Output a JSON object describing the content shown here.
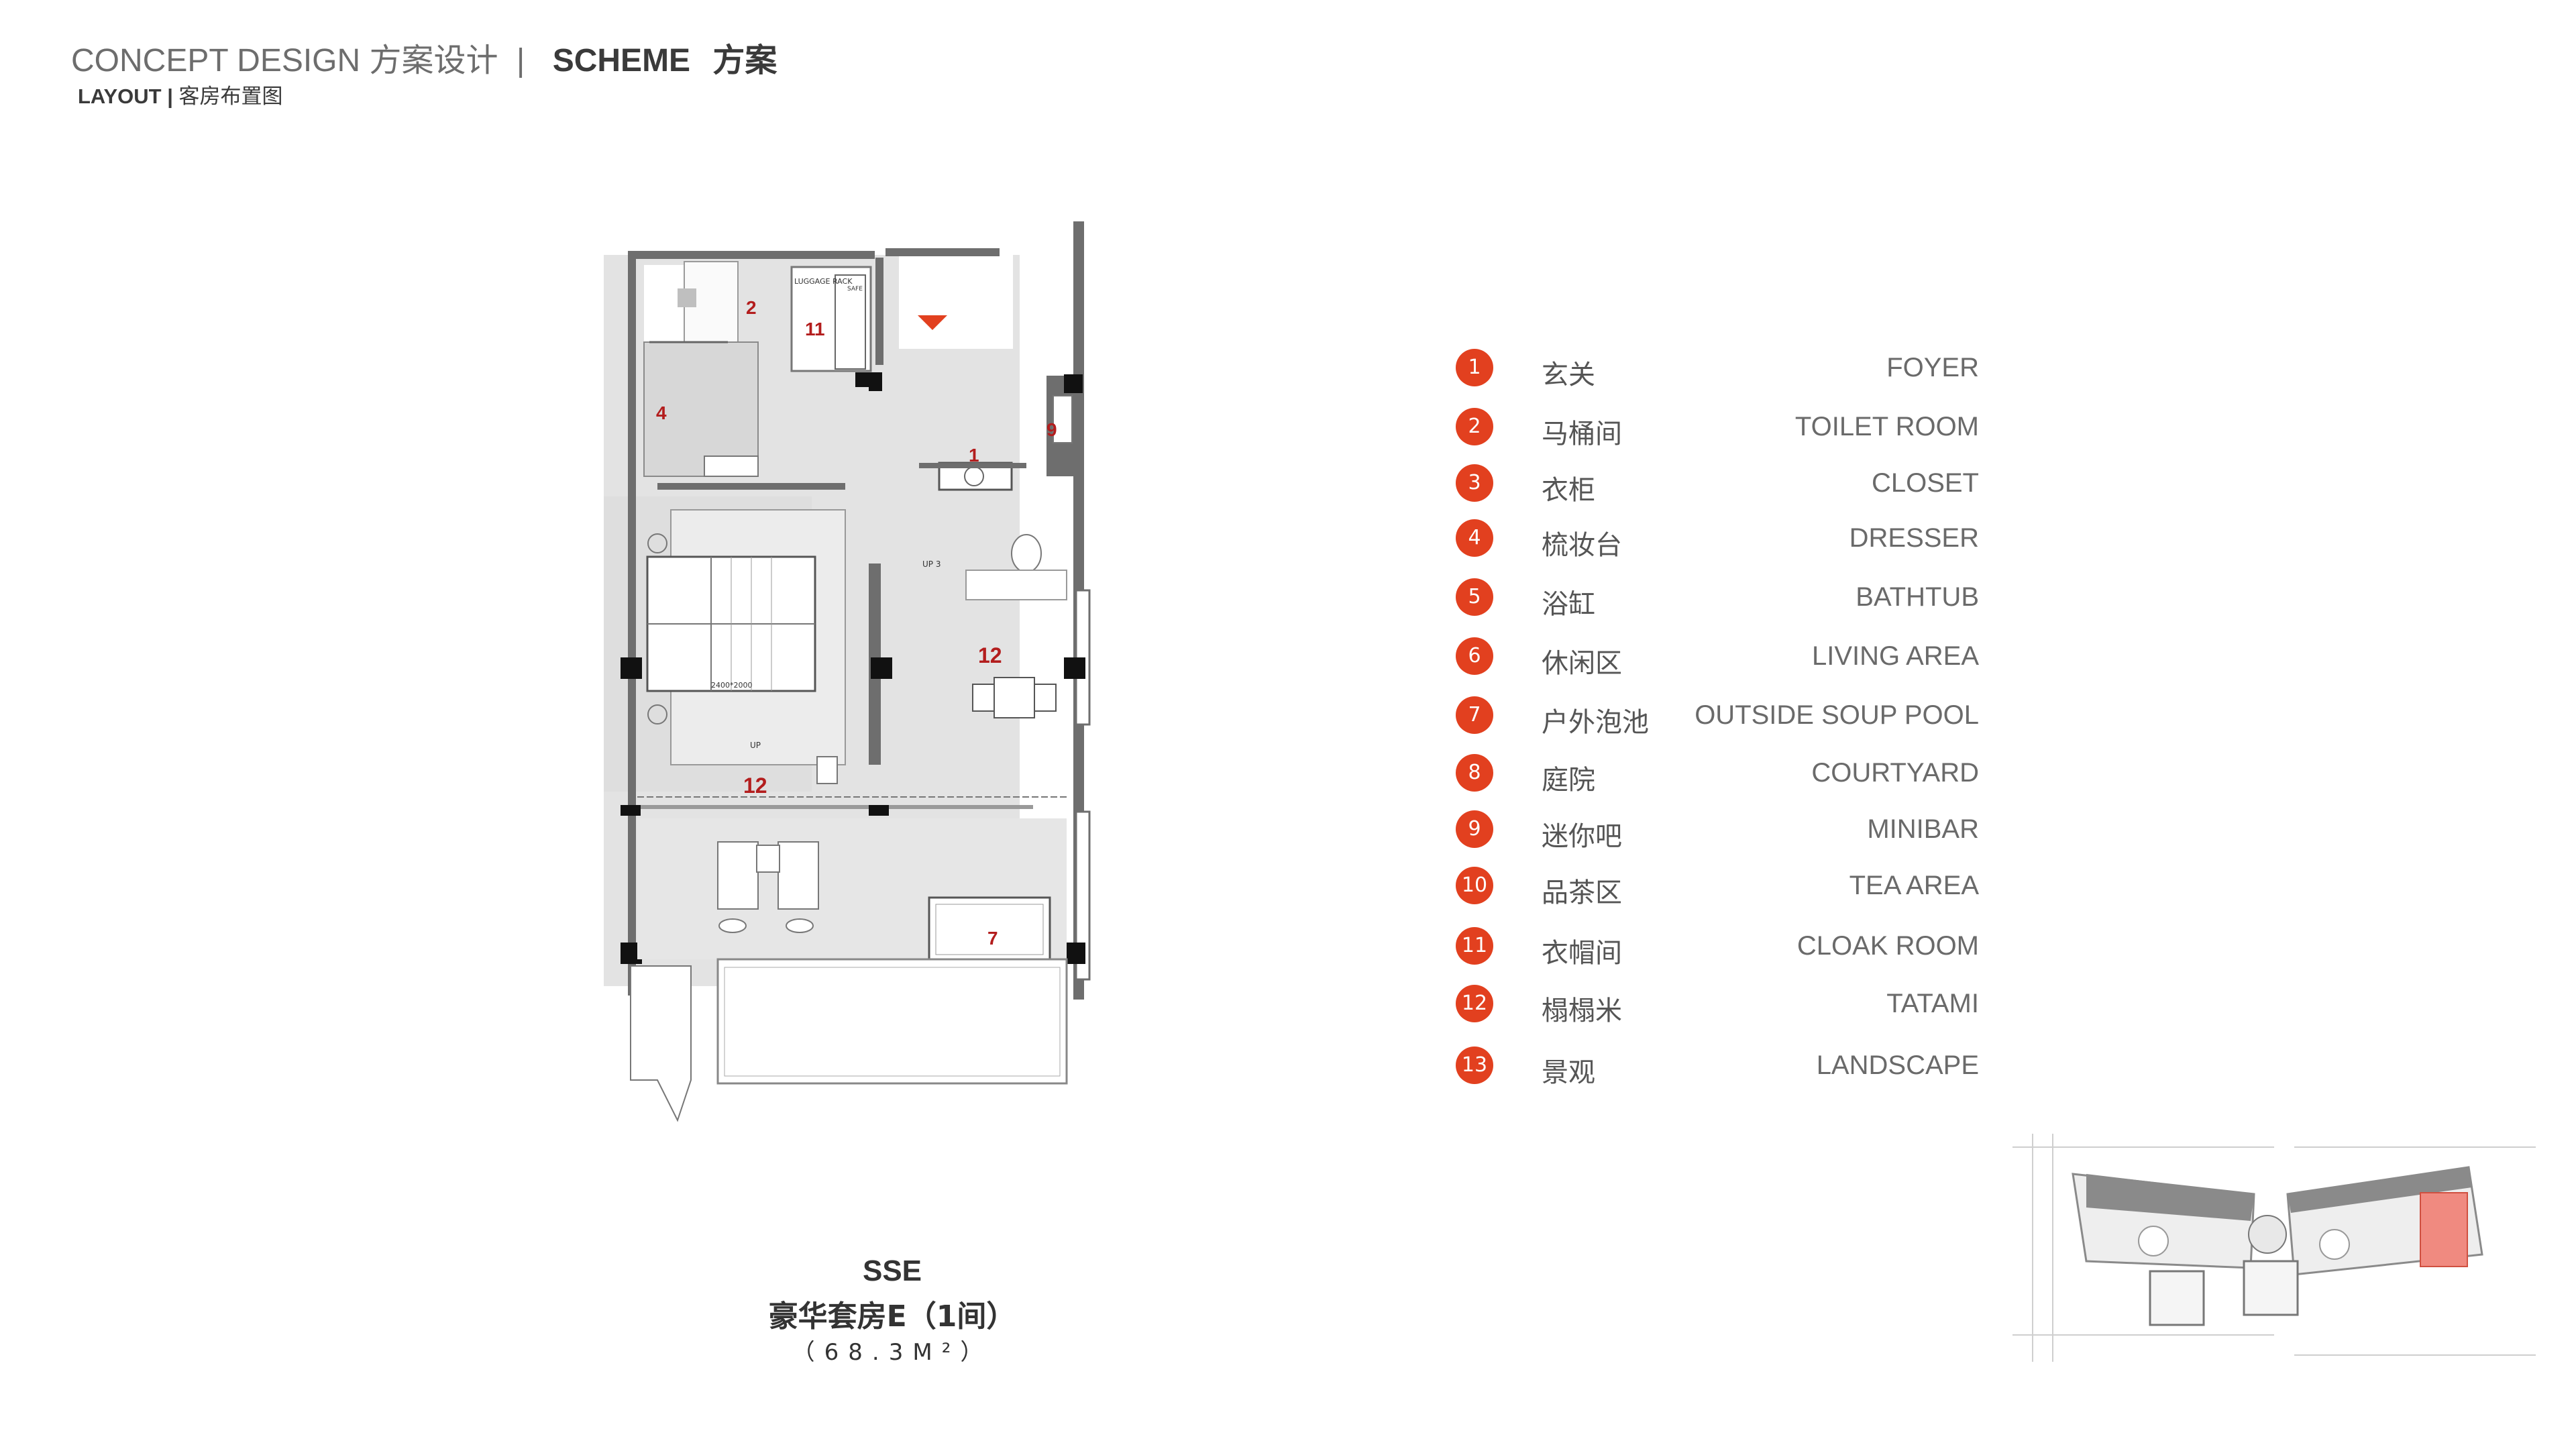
{
  "header": {
    "concept_en": "CONCEPT DESIGN",
    "concept_cn": "方案设计",
    "separator": "|",
    "scheme_en": "SCHEME",
    "scheme_cn": "方案",
    "layout_en": "LAYOUT |",
    "layout_cn": "客房布置图"
  },
  "plan": {
    "room_labels": [
      "1",
      "2",
      "4",
      "7",
      "9",
      "11",
      "12",
      "12"
    ],
    "small_text": {
      "luggage": "LUGGAGE RACK",
      "safe": "SAFE",
      "up3": "UP 3",
      "dim": "2400*2000",
      "up": "UP"
    }
  },
  "legend": {
    "items": [
      {
        "num": "1",
        "cn": "玄关",
        "en": "FOYER"
      },
      {
        "num": "2",
        "cn": "马桶间",
        "en": "TOILET ROOM"
      },
      {
        "num": "3",
        "cn": "衣柜",
        "en": "CLOSET"
      },
      {
        "num": "4",
        "cn": "梳妆台",
        "en": "DRESSER"
      },
      {
        "num": "5",
        "cn": "浴缸",
        "en": "BATHTUB"
      },
      {
        "num": "6",
        "cn": "休闲区",
        "en": "LIVING AREA"
      },
      {
        "num": "7",
        "cn": "户外泡池",
        "en": "OUTSIDE SOUP POOL"
      },
      {
        "num": "8",
        "cn": "庭院",
        "en": "COURTYARD"
      },
      {
        "num": "9",
        "cn": "迷你吧",
        "en": "MINIBAR"
      },
      {
        "num": "10",
        "cn": "品茶区",
        "en": "TEA AREA"
      },
      {
        "num": "11",
        "cn": "衣帽间",
        "en": "CLOAK ROOM"
      },
      {
        "num": "12",
        "cn": "榻榻米",
        "en": "TATAMI"
      },
      {
        "num": "13",
        "cn": "景观",
        "en": "LANDSCAPE"
      }
    ]
  },
  "caption": {
    "code": "SSE",
    "name": "豪华套房E（1间）",
    "area": "（68.3M²）"
  },
  "colors": {
    "accent": "#e2401f",
    "wall": "#6e6e6e",
    "floor": "#e2e2e2",
    "highlight": "#f08a80"
  }
}
